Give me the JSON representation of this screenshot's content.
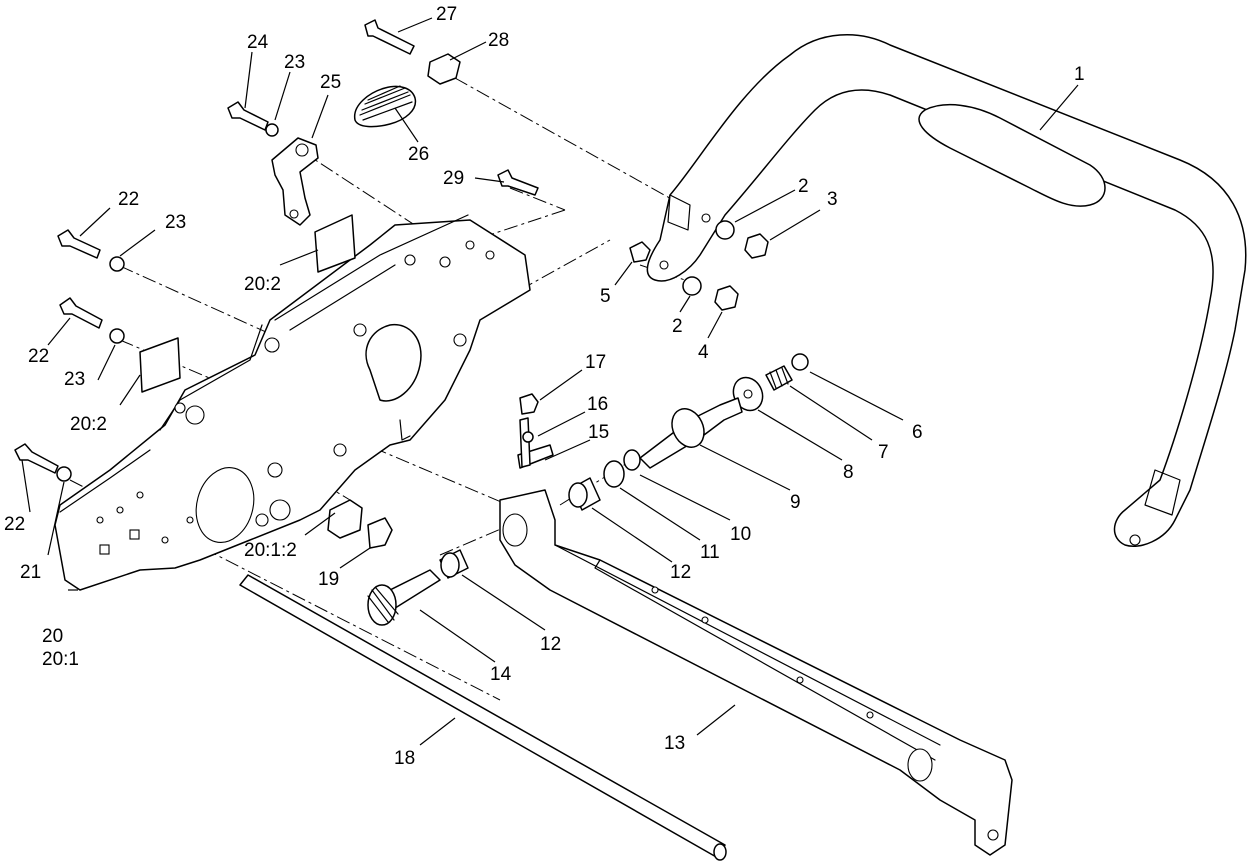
{
  "callouts": {
    "c1": "1",
    "c2a": "2",
    "c2b": "2",
    "c3": "3",
    "c4": "4",
    "c5": "5",
    "c6": "6",
    "c7": "7",
    "c8": "8",
    "c9": "9",
    "c10": "10",
    "c11": "11",
    "c12a": "12",
    "c12b": "12",
    "c13": "13",
    "c14": "14",
    "c15": "15",
    "c16": "16",
    "c17": "17",
    "c18": "18",
    "c19": "19",
    "c20": "20",
    "c20_1": "20:1",
    "c20_1_2": "20:1:2",
    "c20_2a": "20:2",
    "c20_2b": "20:2",
    "c21": "21",
    "c22a": "22",
    "c22b": "22",
    "c22c": "22",
    "c23a": "23",
    "c23b": "23",
    "c23c": "23",
    "c24": "24",
    "c25": "25",
    "c26": "26",
    "c27": "27",
    "c28": "28",
    "c29": "29"
  }
}
